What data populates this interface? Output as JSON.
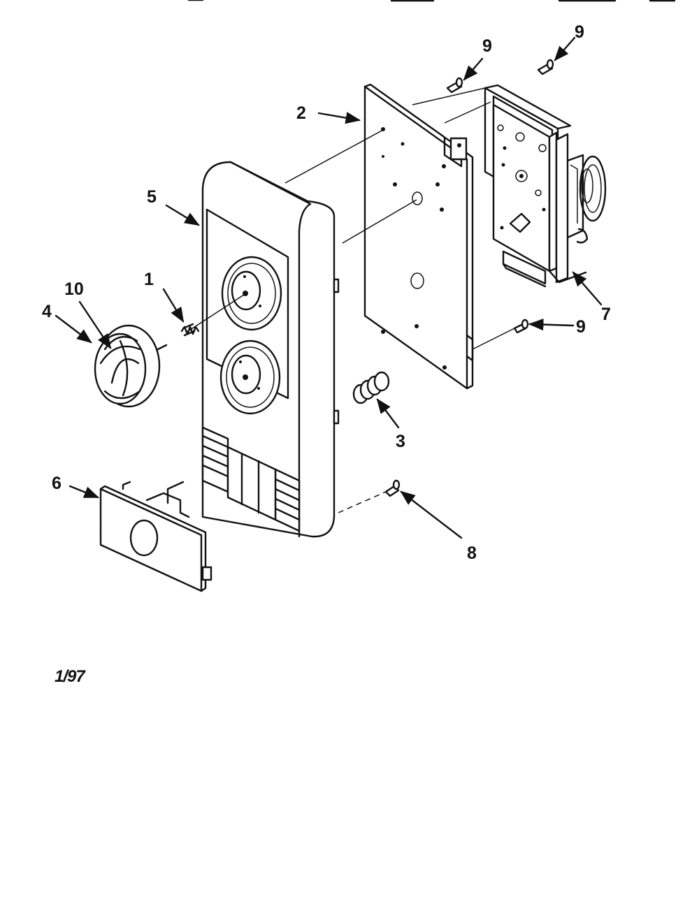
{
  "labels": {
    "p1": "1",
    "p2": "2",
    "p3": "3",
    "p4": "4",
    "p5": "5",
    "p6": "6",
    "p7": "7",
    "p8": "8",
    "p9a": "9",
    "p9b": "9",
    "p9c": "9",
    "p10": "10"
  },
  "date": "1/97"
}
